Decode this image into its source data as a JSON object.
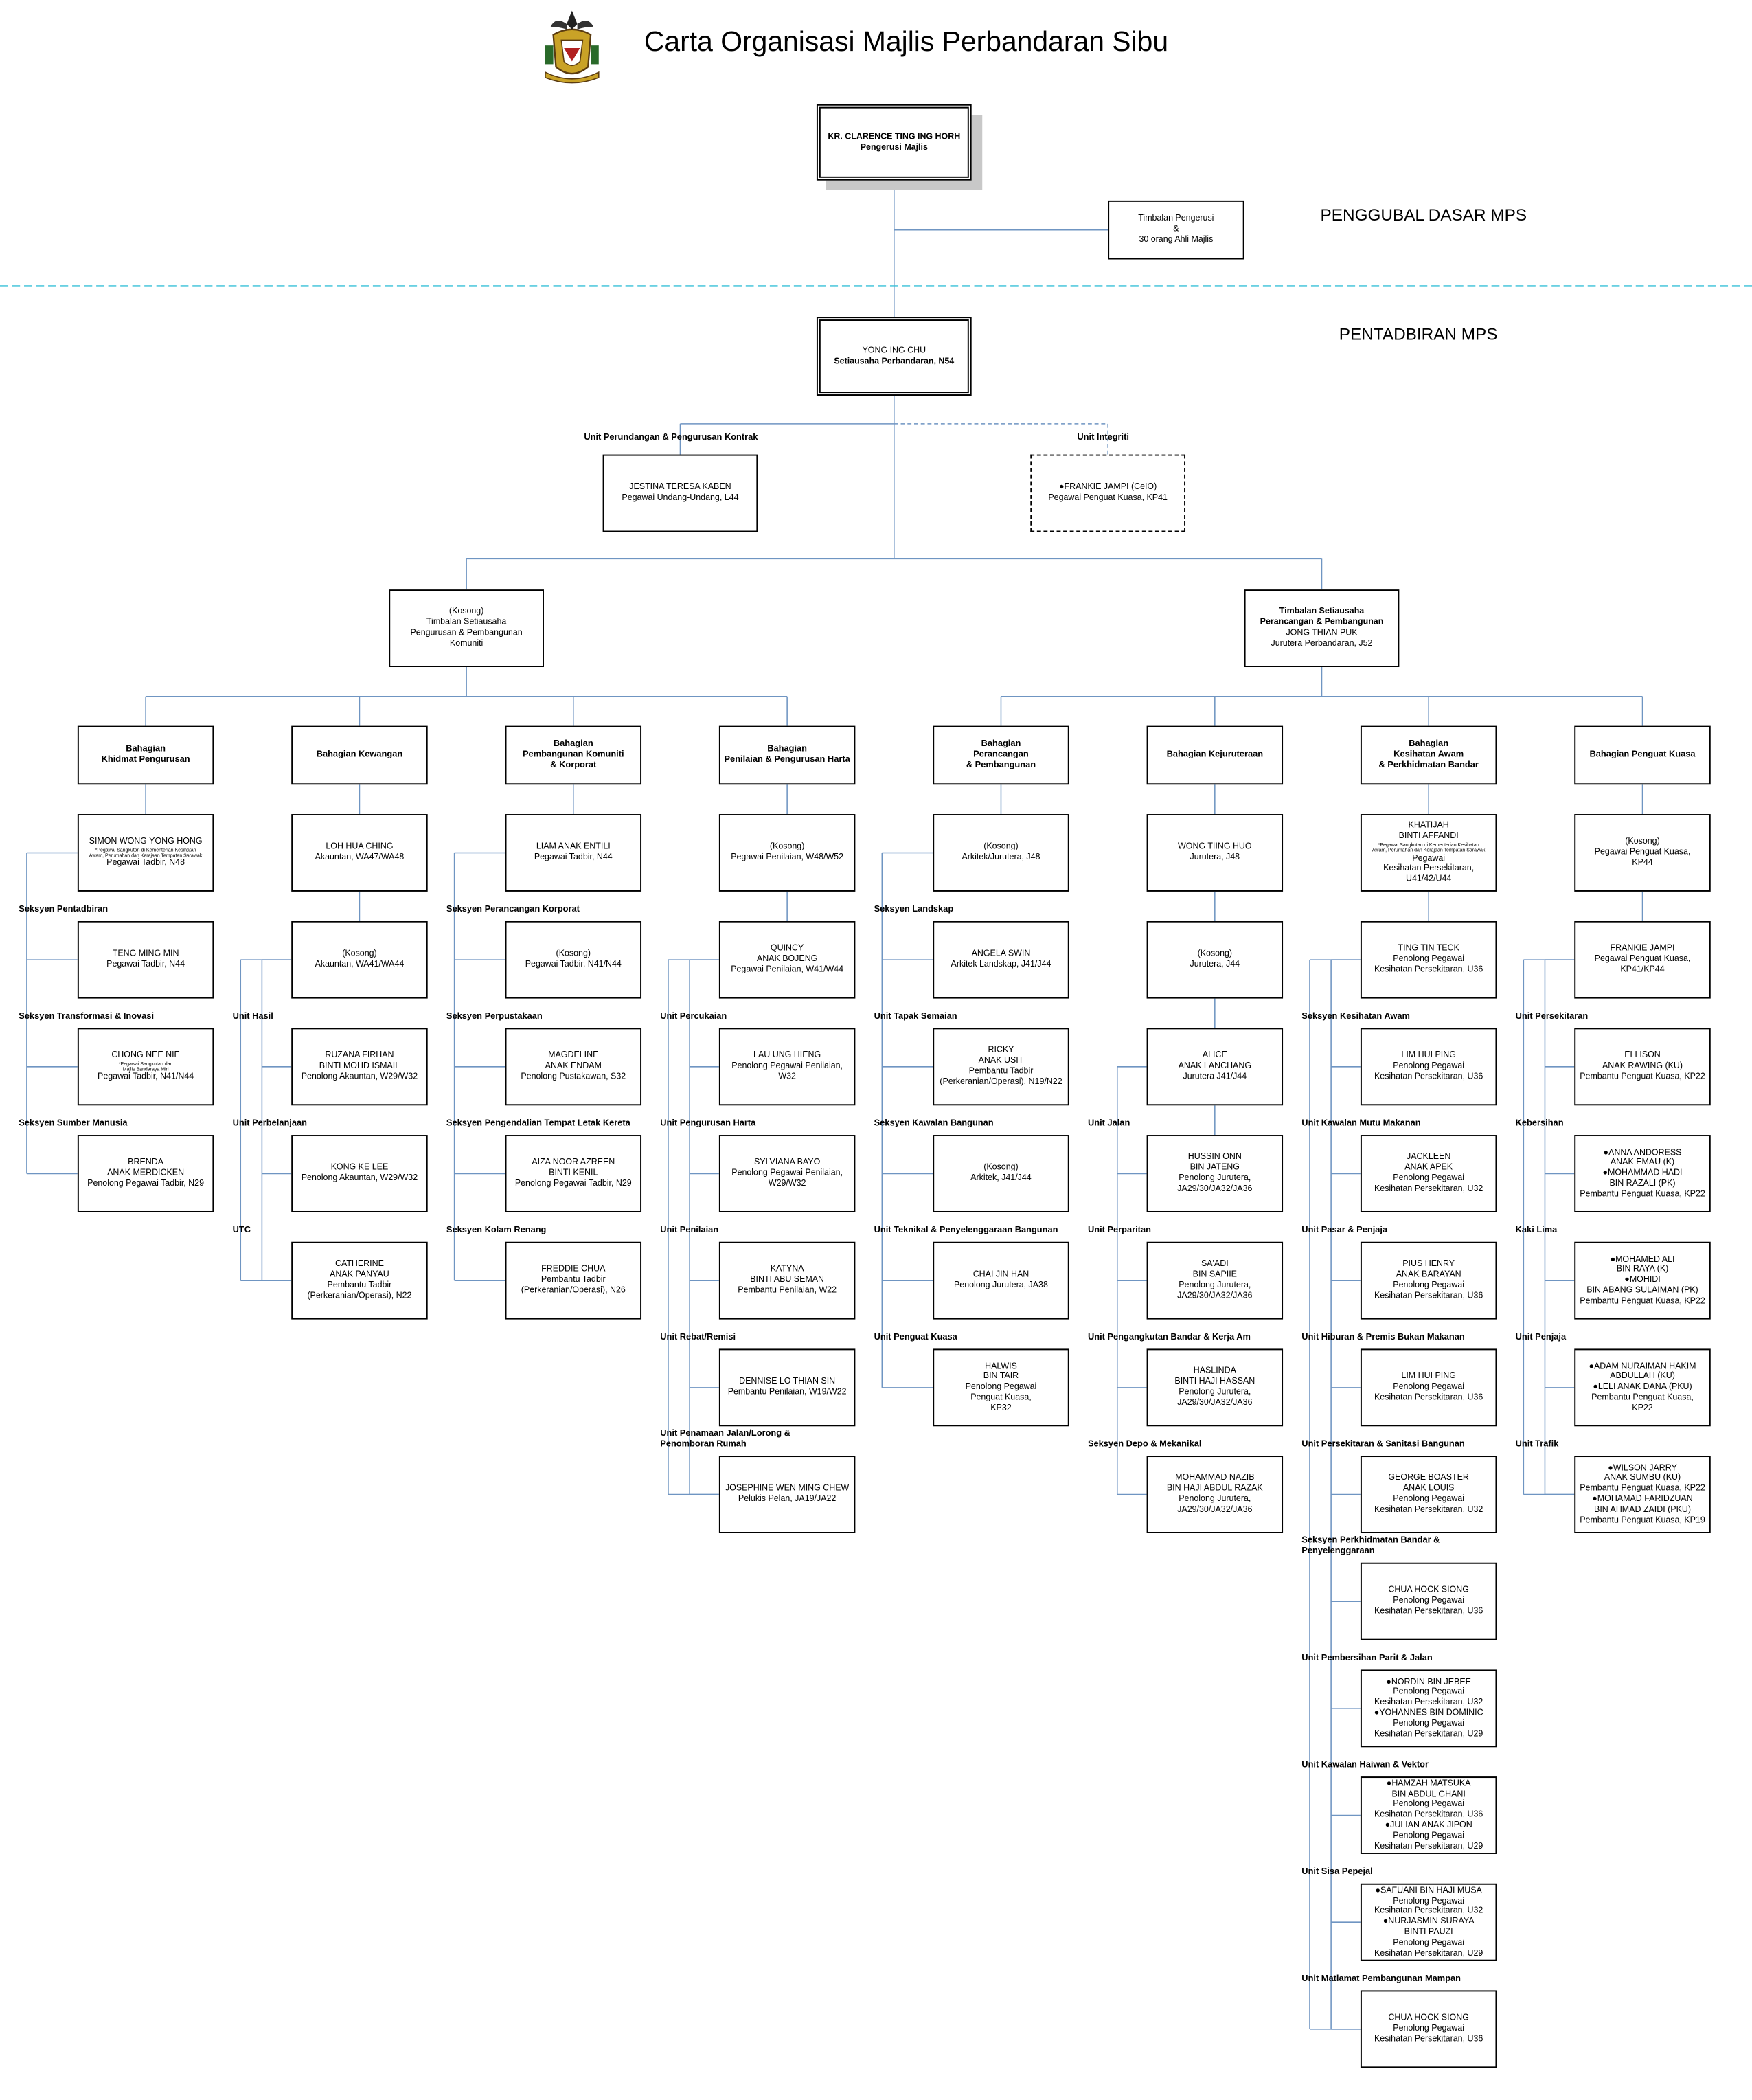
{
  "title": "Carta Organisasi Majlis Perbandaran Sibu",
  "sections": {
    "policy": "PENGGUBAL DASAR MPS",
    "admin": "PENTADBIRAN MPS"
  },
  "colors": {
    "line": "#6f95c2",
    "divider": "#38c0d8",
    "shadow": "#c8c8c8"
  },
  "top": {
    "chairman": [
      "KR. CLARENCE TING ING HORH",
      "Pengerusi Majlis"
    ],
    "council": [
      "Timbalan Pengerusi",
      "&",
      "30 orang Ahli Majlis"
    ],
    "secretary": [
      "YONG ING CHU",
      "Setiausaha Perbandaran, N54"
    ],
    "unit_kontrak_label": "Unit Perundangan & Pengurusan Kontrak",
    "unit_kontrak": [
      "JESTINA TERESA KABEN",
      "Pegawai Undang-Undang, L44"
    ],
    "unit_integriti_label": "Unit Integriti",
    "unit_integriti": [
      "●FRANKIE JAMPI (CeIO)",
      "Pegawai Penguat Kuasa, KP41"
    ],
    "deputy1": [
      "(Kosong)",
      "Timbalan Setiausaha",
      "Pengurusan & Pembangunan",
      "Komuniti"
    ],
    "deputy2": [
      "Timbalan Setiausaha",
      "Perancangan & Pembangunan",
      "JONG THIAN PUK",
      "Jurutera Perbandaran, J52"
    ]
  },
  "columns": [
    {
      "header": [
        "Bahagian",
        "Khidmat Pengurusan"
      ],
      "head_box": [
        "SIMON WONG YONG HONG",
        "*Pegawai Sangkutan di Kementerian Kesihatan",
        "Awam, Perumahan dan Kerajaan Tempatan Sarawak",
        "Pegawai Tadbir, N48"
      ],
      "rows": [
        {
          "label": "Seksyen Pentadbiran",
          "box": [
            "TENG MING MIN",
            "Pegawai Tadbir, N44"
          ]
        },
        {
          "label": "Seksyen Transformasi & Inovasi",
          "box": [
            "CHONG NEE NIE",
            "*Pegawai Sangkutan dari",
            "Majlis Bandaraya Miri",
            "Pegawai Tadbir, N41/N44"
          ]
        },
        {
          "label": "Seksyen Sumber Manusia",
          "box": [
            "BRENDA",
            "ANAK MERDICKEN",
            "Penolong Pegawai Tadbir, N29"
          ]
        }
      ]
    },
    {
      "header": [
        "Bahagian Kewangan"
      ],
      "head_box": [
        "LOH HUA CHING",
        "Akauntan, WA47/WA48"
      ],
      "rows": [
        {
          "label": "",
          "box": [
            "(Kosong)",
            "Akauntan, WA41/WA44"
          ]
        },
        {
          "label": "Unit Hasil",
          "box": [
            "RUZANA FIRHAN",
            "BINTI MOHD ISMAIL",
            "Penolong Akauntan, W29/W32"
          ]
        },
        {
          "label": "Unit Perbelanjaan",
          "box": [
            "KONG KE LEE",
            "Penolong Akauntan, W29/W32"
          ]
        },
        {
          "label": "UTC",
          "box": [
            "CATHERINE",
            "ANAK PANYAU",
            "Pembantu Tadbir",
            "(Perkeranian/Operasi), N22"
          ]
        }
      ]
    },
    {
      "header": [
        "Bahagian",
        "Pembangunan Komuniti",
        "& Korporat"
      ],
      "head_box": [
        "LIAM ANAK ENTILI",
        "Pegawai Tadbir, N44"
      ],
      "rows": [
        {
          "label": "Seksyen Perancangan Korporat",
          "box": [
            "(Kosong)",
            "Pegawai Tadbir, N41/N44"
          ]
        },
        {
          "label": "Seksyen Perpustakaan",
          "box": [
            "MAGDELINE",
            "ANAK ENDAM",
            "Penolong Pustakawan, S32"
          ]
        },
        {
          "label": "Seksyen Pengendalian Tempat Letak Kereta",
          "box": [
            "AIZA NOOR AZREEN",
            "BINTI KENIL",
            "Penolong Pegawai Tadbir, N29"
          ]
        },
        {
          "label": "Seksyen Kolam Renang",
          "box": [
            "FREDDIE CHUA",
            "Pembantu Tadbir",
            "(Perkeranian/Operasi), N26"
          ]
        }
      ]
    },
    {
      "header": [
        "Bahagian",
        "Penilaian & Pengurusan Harta"
      ],
      "head_box": [
        "(Kosong)",
        "Pegawai Penilaian, W48/W52"
      ],
      "rows": [
        {
          "label": "",
          "box": [
            "QUINCY",
            "ANAK BOJENG",
            "Pegawai Penilaian, W41/W44"
          ]
        },
        {
          "label": "Unit Percukaian",
          "box": [
            "LAU UNG HIENG",
            "Penolong Pegawai Penilaian,",
            "W32"
          ]
        },
        {
          "label": "Unit Pengurusan Harta",
          "box": [
            "SYLVIANA BAYO",
            "Penolong Pegawai Penilaian,",
            "W29/W32"
          ]
        },
        {
          "label": "Unit Penilaian",
          "box": [
            "KATYNA",
            "BINTI ABU SEMAN",
            "Pembantu Penilaian, W22"
          ]
        },
        {
          "label": "Unit Rebat/Remisi",
          "box": [
            "DENNISE LO THIAN SIN",
            "Pembantu Penilaian, W19/W22"
          ]
        },
        {
          "label": "Unit Penamaan Jalan/Lorong & Penomboran Rumah",
          "box": [
            "JOSEPHINE WEN MING CHEW",
            "Pelukis Pelan, JA19/JA22"
          ]
        }
      ]
    },
    {
      "header": [
        "Bahagian",
        "Perancangan",
        "& Pembangunan"
      ],
      "head_box": [
        "(Kosong)",
        "Arkitek/Jurutera, J48"
      ],
      "rows": [
        {
          "label": "Seksyen Landskap",
          "box": [
            "ANGELA SWIN",
            "Arkitek Landskap, J41/J44"
          ]
        },
        {
          "label": "Unit Tapak Semaian",
          "box": [
            "RICKY",
            "ANAK USIT",
            "Pembantu Tadbir",
            "(Perkeranian/Operasi), N19/N22"
          ]
        },
        {
          "label": "Seksyen Kawalan Bangunan",
          "box": [
            "(Kosong)",
            "Arkitek, J41/J44"
          ]
        },
        {
          "label": "Unit Teknikal & Penyelenggaraan Bangunan",
          "box": [
            "CHAI JIN HAN",
            "Penolong Jurutera, JA38"
          ]
        },
        {
          "label": "Unit Penguat Kuasa",
          "box": [
            "HALWIS",
            "BIN TAIR",
            "Penolong Pegawai",
            "Penguat Kuasa,",
            "KP32"
          ]
        }
      ]
    },
    {
      "header": [
        "Bahagian Kejuruteraan"
      ],
      "head_box": [
        "WONG TIING HUO",
        "Jurutera, J48"
      ],
      "rows": [
        {
          "label": "",
          "box": [
            "(Kosong)",
            "Jurutera, J44"
          ]
        },
        {
          "label": "",
          "box": [
            "ALICE",
            "ANAK LANCHANG",
            "Jurutera J41/J44"
          ]
        },
        {
          "label": "Unit Jalan",
          "box": [
            "HUSSIN ONN",
            "BIN JATENG",
            "Penolong Jurutera,",
            "JA29/30/JA32/JA36"
          ]
        },
        {
          "label": "Unit Perparitan",
          "box": [
            "SA'ADI",
            "BIN SAPIIE",
            "Penolong Jurutera,",
            "JA29/30/JA32/JA36"
          ]
        },
        {
          "label": "Unit Pengangkutan Bandar & Kerja Am",
          "box": [
            "HASLINDA",
            "BINTI HAJI HASSAN",
            "Penolong Jurutera,",
            "JA29/30/JA32/JA36"
          ]
        },
        {
          "label": "Seksyen Depo & Mekanikal",
          "box": [
            "MOHAMMAD NAZIB",
            "BIN HAJI ABDUL RAZAK",
            "Penolong Jurutera,",
            "JA29/30/JA32/JA36"
          ]
        }
      ]
    },
    {
      "header": [
        "Bahagian",
        "Kesihatan Awam",
        "& Perkhidmatan Bandar"
      ],
      "head_box": [
        "KHATIJAH",
        "BINTI AFFANDI",
        "*Pegawai Sangkutan di Kementerian Kesihatan",
        "Awam, Perumahan dan Kerajaan Tempatan Sarawak",
        "Pegawai",
        "Kesihatan Persekitaran,",
        "U41/42/U44"
      ],
      "rows": [
        {
          "label": "",
          "box": [
            "TING TIN TECK",
            "Penolong Pegawai",
            "Kesihatan Persekitaran, U36"
          ]
        },
        {
          "label": "Seksyen Kesihatan Awam",
          "box": [
            "LIM HUI PING",
            "Penolong Pegawai",
            "Kesihatan Persekitaran, U36"
          ]
        },
        {
          "label": "Unit Kawalan Mutu Makanan",
          "box": [
            "JACKLEEN",
            "ANAK APEK",
            "Penolong Pegawai",
            "Kesihatan Persekitaran, U32"
          ]
        },
        {
          "label": "Unit Pasar & Penjaja",
          "box": [
            "PIUS HENRY",
            "ANAK BARAYAN",
            "Penolong Pegawai",
            "Kesihatan Persekitaran, U36"
          ]
        },
        {
          "label": "Unit Hiburan & Premis Bukan Makanan",
          "box": [
            "LIM HUI PING",
            "Penolong Pegawai",
            "Kesihatan Persekitaran, U36"
          ]
        },
        {
          "label": "Unit Persekitaran & Sanitasi Bangunan",
          "box": [
            "GEORGE BOASTER",
            "ANAK LOUIS",
            "Penolong Pegawai",
            "Kesihatan Persekitaran, U32"
          ]
        },
        {
          "label": "Seksyen Perkhidmatan Bandar & Penyelenggaraan",
          "box": [
            "CHUA HOCK SIONG",
            "Penolong Pegawai",
            "Kesihatan Persekitaran, U36"
          ]
        },
        {
          "label": "Unit Pembersihan Parit & Jalan",
          "box": [
            "●NORDIN BIN JEBEE",
            "Penolong Pegawai",
            "Kesihatan Persekitaran, U32",
            "●YOHANNES BIN DOMINIC",
            "Penolong Pegawai",
            "Kesihatan Persekitaran, U29"
          ]
        },
        {
          "label": "Unit Kawalan Haiwan & Vektor",
          "box": [
            "●HAMZAH MATSUKA",
            "BIN ABDUL GHANI",
            "Penolong Pegawai",
            "Kesihatan Persekitaran, U36",
            "●JULIAN ANAK JIPON",
            "Penolong Pegawai",
            "Kesihatan Persekitaran, U29"
          ]
        },
        {
          "label": "Unit Sisa Pepejal",
          "box": [
            "●SAFUANI BIN HAJI MUSA",
            "Penolong Pegawai",
            "Kesihatan Persekitaran, U32",
            "●NURJASMIN SURAYA",
            "BINTI PAUZI",
            "Penolong Pegawai",
            "Kesihatan Persekitaran, U29"
          ]
        },
        {
          "label": "Unit Matlamat Pembangunan Mampan",
          "box": [
            "CHUA HOCK SIONG",
            "Penolong Pegawai",
            "Kesihatan Persekitaran, U36"
          ]
        }
      ]
    },
    {
      "header": [
        "Bahagian Penguat Kuasa"
      ],
      "head_box": [
        "(Kosong)",
        "Pegawai Penguat Kuasa,",
        "KP44"
      ],
      "rows": [
        {
          "label": "",
          "box": [
            "FRANKIE JAMPI",
            "Pegawai Penguat Kuasa,",
            "KP41/KP44"
          ]
        },
        {
          "label": "Unit Persekitaran",
          "box": [
            "ELLISON",
            "ANAK RAWING (KU)",
            "Pembantu Penguat Kuasa, KP22"
          ]
        },
        {
          "label": "Kebersihan",
          "box": [
            "●ANNA ANDORESS",
            "ANAK EMAU (K)",
            "●MOHAMMAD HADI",
            "BIN RAZALI (PK)",
            "Pembantu Penguat Kuasa, KP22"
          ]
        },
        {
          "label": "Kaki Lima",
          "box": [
            "●MOHAMED ALI",
            "BIN RAYA (K)",
            "●MOHIDI",
            "BIN ABANG SULAIMAN (PK)",
            "Pembantu Penguat Kuasa, KP22"
          ]
        },
        {
          "label": "Unit Penjaja",
          "box": [
            "●ADAM NURAIMAN HAKIM",
            "ABDULLAH (KU)",
            "●LELI ANAK DANA (PKU)",
            "Pembantu Penguat Kuasa,",
            "KP22"
          ]
        },
        {
          "label": "Unit Trafik",
          "box": [
            "●WILSON JARRY",
            "ANAK SUMBU (KU)",
            "Pembantu Penguat Kuasa, KP22",
            "●MOHAMAD FARIDZUAN",
            "BIN AHMAD ZAIDI (PKU)",
            "Pembantu Penguat Kuasa, KP19"
          ]
        }
      ]
    }
  ]
}
